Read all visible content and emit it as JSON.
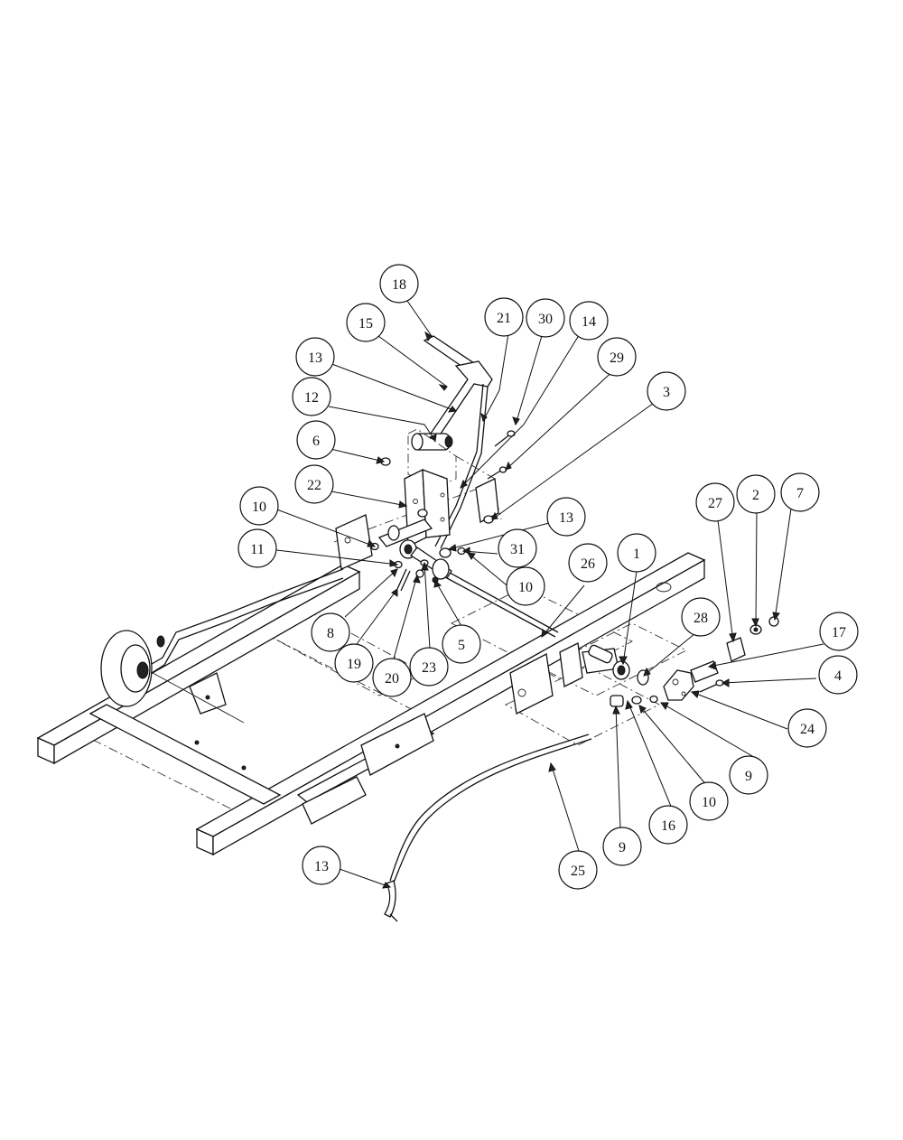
{
  "callouts": [
    {
      "id": "c18",
      "label": "18"
    },
    {
      "id": "c15",
      "label": "15"
    },
    {
      "id": "c21",
      "label": "21"
    },
    {
      "id": "c30",
      "label": "30"
    },
    {
      "id": "c14",
      "label": "14"
    },
    {
      "id": "c13a",
      "label": "13"
    },
    {
      "id": "c29",
      "label": "29"
    },
    {
      "id": "c12",
      "label": "12"
    },
    {
      "id": "c3",
      "label": "3"
    },
    {
      "id": "c6",
      "label": "6"
    },
    {
      "id": "c22",
      "label": "22"
    },
    {
      "id": "c13b",
      "label": "13"
    },
    {
      "id": "c10a",
      "label": "10"
    },
    {
      "id": "c31",
      "label": "31"
    },
    {
      "id": "c11",
      "label": "11"
    },
    {
      "id": "c26",
      "label": "26"
    },
    {
      "id": "c10b",
      "label": "10"
    },
    {
      "id": "c27",
      "label": "27"
    },
    {
      "id": "c2",
      "label": "2"
    },
    {
      "id": "c7",
      "label": "7"
    },
    {
      "id": "c1",
      "label": "1"
    },
    {
      "id": "c8",
      "label": "8"
    },
    {
      "id": "c5",
      "label": "5"
    },
    {
      "id": "c19",
      "label": "19"
    },
    {
      "id": "c20",
      "label": "20"
    },
    {
      "id": "c23",
      "label": "23"
    },
    {
      "id": "c28",
      "label": "28"
    },
    {
      "id": "c17",
      "label": "17"
    },
    {
      "id": "c4",
      "label": "4"
    },
    {
      "id": "c24",
      "label": "24"
    },
    {
      "id": "c9a",
      "label": "9"
    },
    {
      "id": "c10c",
      "label": "10"
    },
    {
      "id": "c16",
      "label": "16"
    },
    {
      "id": "c9b",
      "label": "9"
    },
    {
      "id": "c25",
      "label": "25"
    },
    {
      "id": "c13c",
      "label": "13"
    }
  ]
}
